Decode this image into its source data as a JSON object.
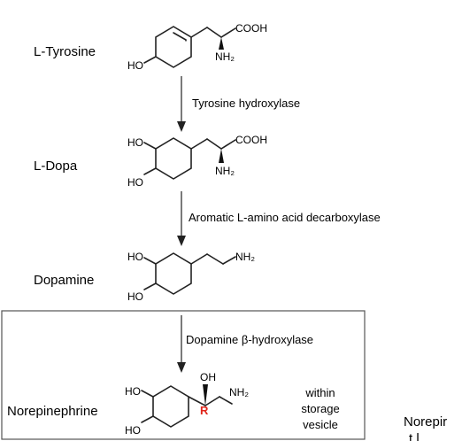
{
  "compounds": {
    "tyrosine": {
      "name": "L-Tyrosine",
      "cooh": "COOH",
      "nh2": "NH₂",
      "ho": "HO"
    },
    "dopa": {
      "name": "L-Dopa",
      "cooh": "COOH",
      "nh2": "NH₂",
      "ho_top": "HO",
      "ho_bottom": "HO"
    },
    "dopamine": {
      "name": "Dopamine",
      "nh2": "NH₂",
      "ho_top": "HO",
      "ho_bottom": "HO"
    },
    "norepinephrine": {
      "name": "Norepinephrine",
      "oh": "OH",
      "nh2": "NH₂",
      "ho_top": "HO",
      "ho_bottom": "HO",
      "stereo": "R",
      "location_line1": "within",
      "location_line2": "storage",
      "location_line3": "vesicle"
    }
  },
  "enzymes": {
    "step1": "Tyrosine hydroxylase",
    "step2": "Aromatic L-amino acid decarboxylase",
    "step3": "Dopamine β-hydroxylase"
  },
  "cropped_text": {
    "line1": "Norepir",
    "line2": "t l"
  },
  "colors": {
    "stereo_label": "#e0261b",
    "frame": "#555555"
  }
}
